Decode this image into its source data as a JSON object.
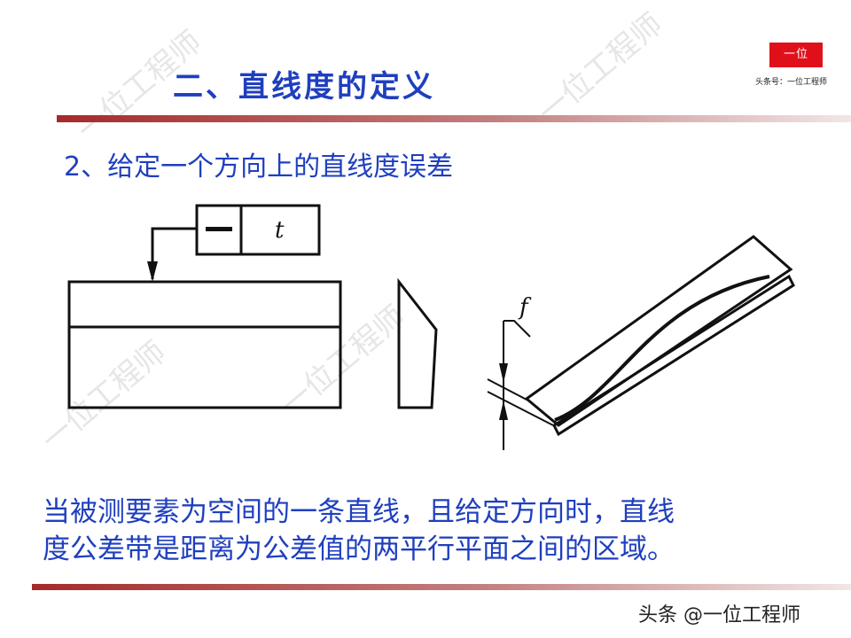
{
  "slide": {
    "title": "二、直线度的定义",
    "subtitle": "2、给定一个方向上的直线度误差",
    "body_line1": "当被测要素为空间的一条直线，且给定方向时，直线",
    "body_line2": "度公差带是距离为公差值的两平行平面之间的区域。"
  },
  "logo": {
    "mark_text": "一位",
    "caption": "头条号：一位工程师",
    "color": "#e0101a"
  },
  "footer": {
    "attribution": "头条 @一位工程师"
  },
  "watermark": {
    "text": "一位工程师"
  },
  "diagram": {
    "frame_symbol": "—",
    "tolerance_label": "t",
    "deviation_label": "f"
  },
  "colors": {
    "title_blue": "#1f3fbf",
    "rule_red": "#a52a2a"
  }
}
